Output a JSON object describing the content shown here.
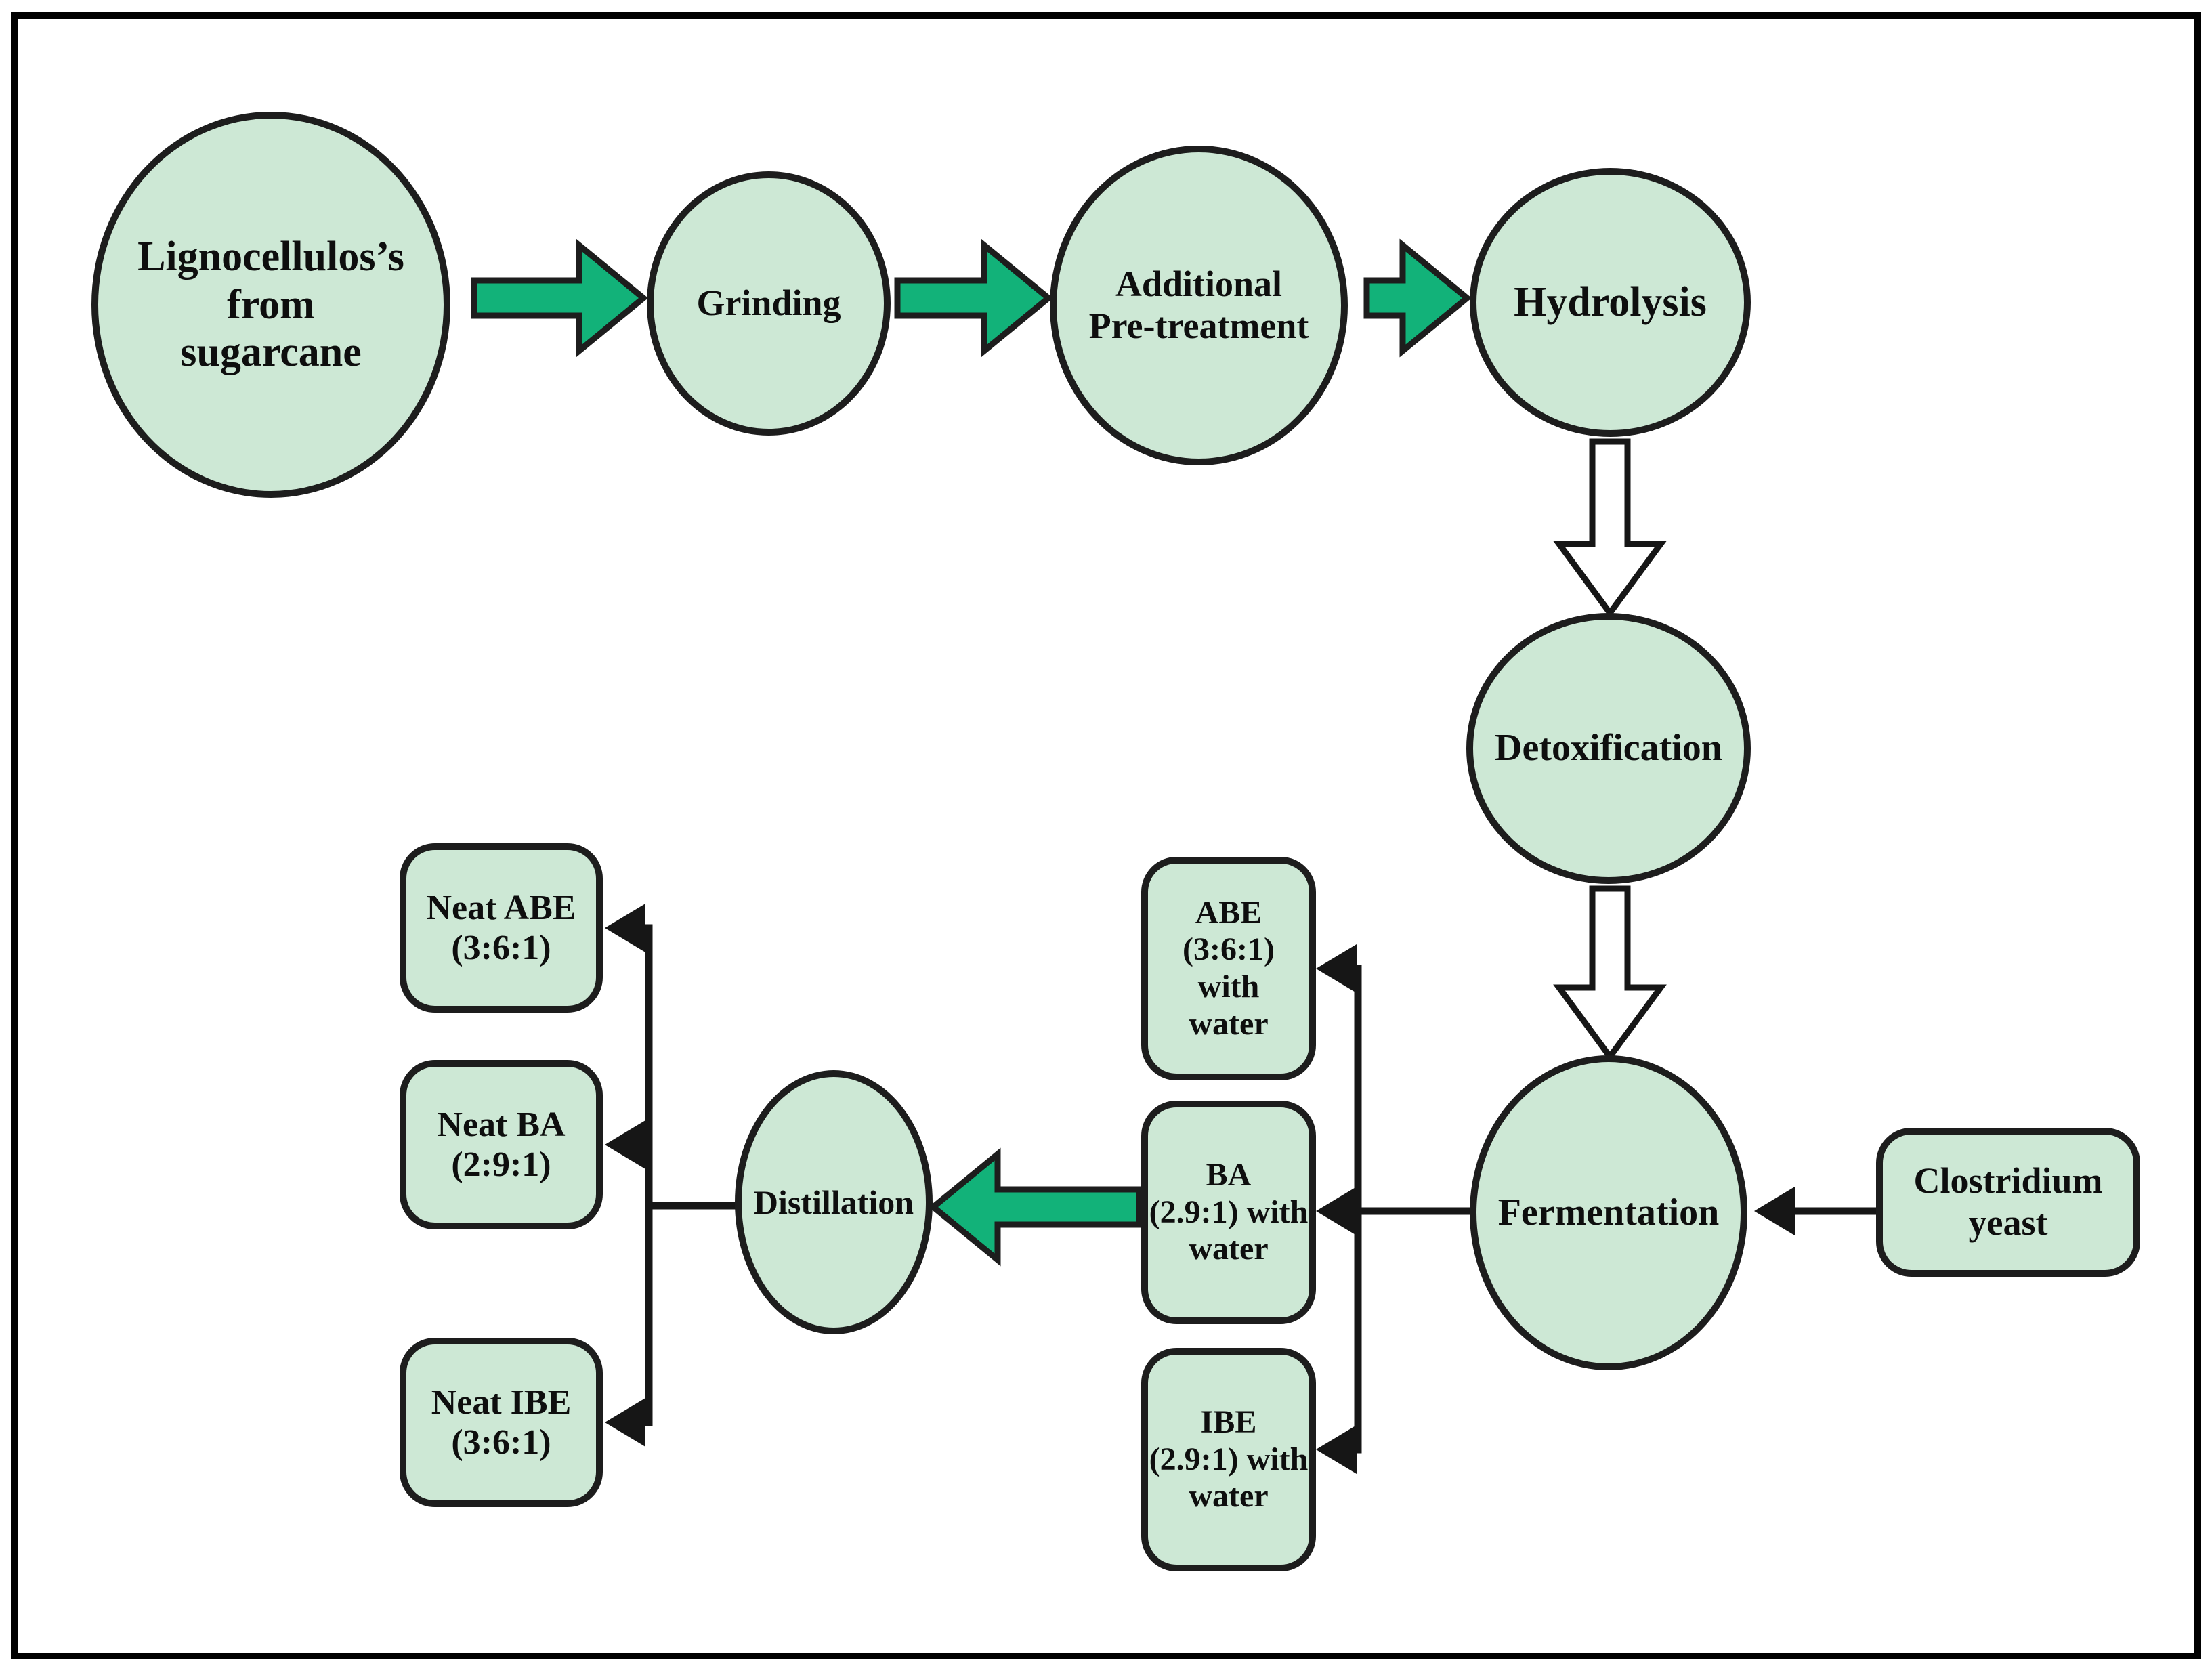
{
  "diagram": {
    "type": "process-flowchart",
    "background_color": "#ffffff",
    "colors": {
      "node_fill": "#cde8d5",
      "node_border": "#1d1d1d",
      "flow_arrow_green": "#12b279",
      "hollow_arrow_fill": "#ffffff",
      "connector_black": "#161616"
    },
    "nodes": {
      "lignocellulose": {
        "shape": "ellipse",
        "label": "Lignocellulos’s\nfrom\nsugarcane"
      },
      "grinding": {
        "shape": "ellipse",
        "label": "Grinding"
      },
      "pretreatment": {
        "shape": "ellipse",
        "label": "Additional\nPre-treatment"
      },
      "hydrolysis": {
        "shape": "ellipse",
        "label": "Hydrolysis"
      },
      "detoxification": {
        "shape": "ellipse",
        "label": "Detoxification"
      },
      "fermentation": {
        "shape": "ellipse",
        "label": "Fermentation"
      },
      "clostridium": {
        "shape": "rounded-rect",
        "label": "Clostridium\nyeast"
      },
      "abe_water": {
        "shape": "rounded-rect",
        "label": "ABE\n(3:6:1) with\nwater"
      },
      "ba_water": {
        "shape": "rounded-rect",
        "label": "BA\n(2.9:1) with\nwater"
      },
      "ibe_water": {
        "shape": "rounded-rect",
        "label": "IBE\n(2.9:1) with\nwater"
      },
      "distillation": {
        "shape": "ellipse",
        "label": "Distillation"
      },
      "neat_abe": {
        "shape": "rounded-rect",
        "label": "Neat ABE\n(3:6:1)"
      },
      "neat_ba": {
        "shape": "rounded-rect",
        "label": "Neat BA\n(2:9:1)"
      },
      "neat_ibe": {
        "shape": "rounded-rect",
        "label": "Neat IBE\n(3:6:1)"
      }
    },
    "edges": [
      {
        "from": "lignocellulose",
        "to": "grinding",
        "style": "green-block-arrow"
      },
      {
        "from": "grinding",
        "to": "pretreatment",
        "style": "green-block-arrow"
      },
      {
        "from": "pretreatment",
        "to": "hydrolysis",
        "style": "green-block-arrow"
      },
      {
        "from": "hydrolysis",
        "to": "detoxification",
        "style": "hollow-block-arrow"
      },
      {
        "from": "detoxification",
        "to": "fermentation",
        "style": "hollow-block-arrow"
      },
      {
        "from": "clostridium",
        "to": "fermentation",
        "style": "thin-black-arrow"
      },
      {
        "from": "fermentation",
        "to": "abe_water",
        "style": "thin-black-arrow"
      },
      {
        "from": "fermentation",
        "to": "ba_water",
        "style": "thin-black-arrow"
      },
      {
        "from": "fermentation",
        "to": "ibe_water",
        "style": "thin-black-arrow"
      },
      {
        "from": "ba_water",
        "to": "distillation",
        "style": "green-block-arrow"
      },
      {
        "from": "distillation",
        "to": "neat_abe",
        "style": "thin-black-arrow"
      },
      {
        "from": "distillation",
        "to": "neat_ba",
        "style": "thin-black-arrow"
      },
      {
        "from": "distillation",
        "to": "neat_ibe",
        "style": "thin-black-arrow"
      }
    ]
  }
}
